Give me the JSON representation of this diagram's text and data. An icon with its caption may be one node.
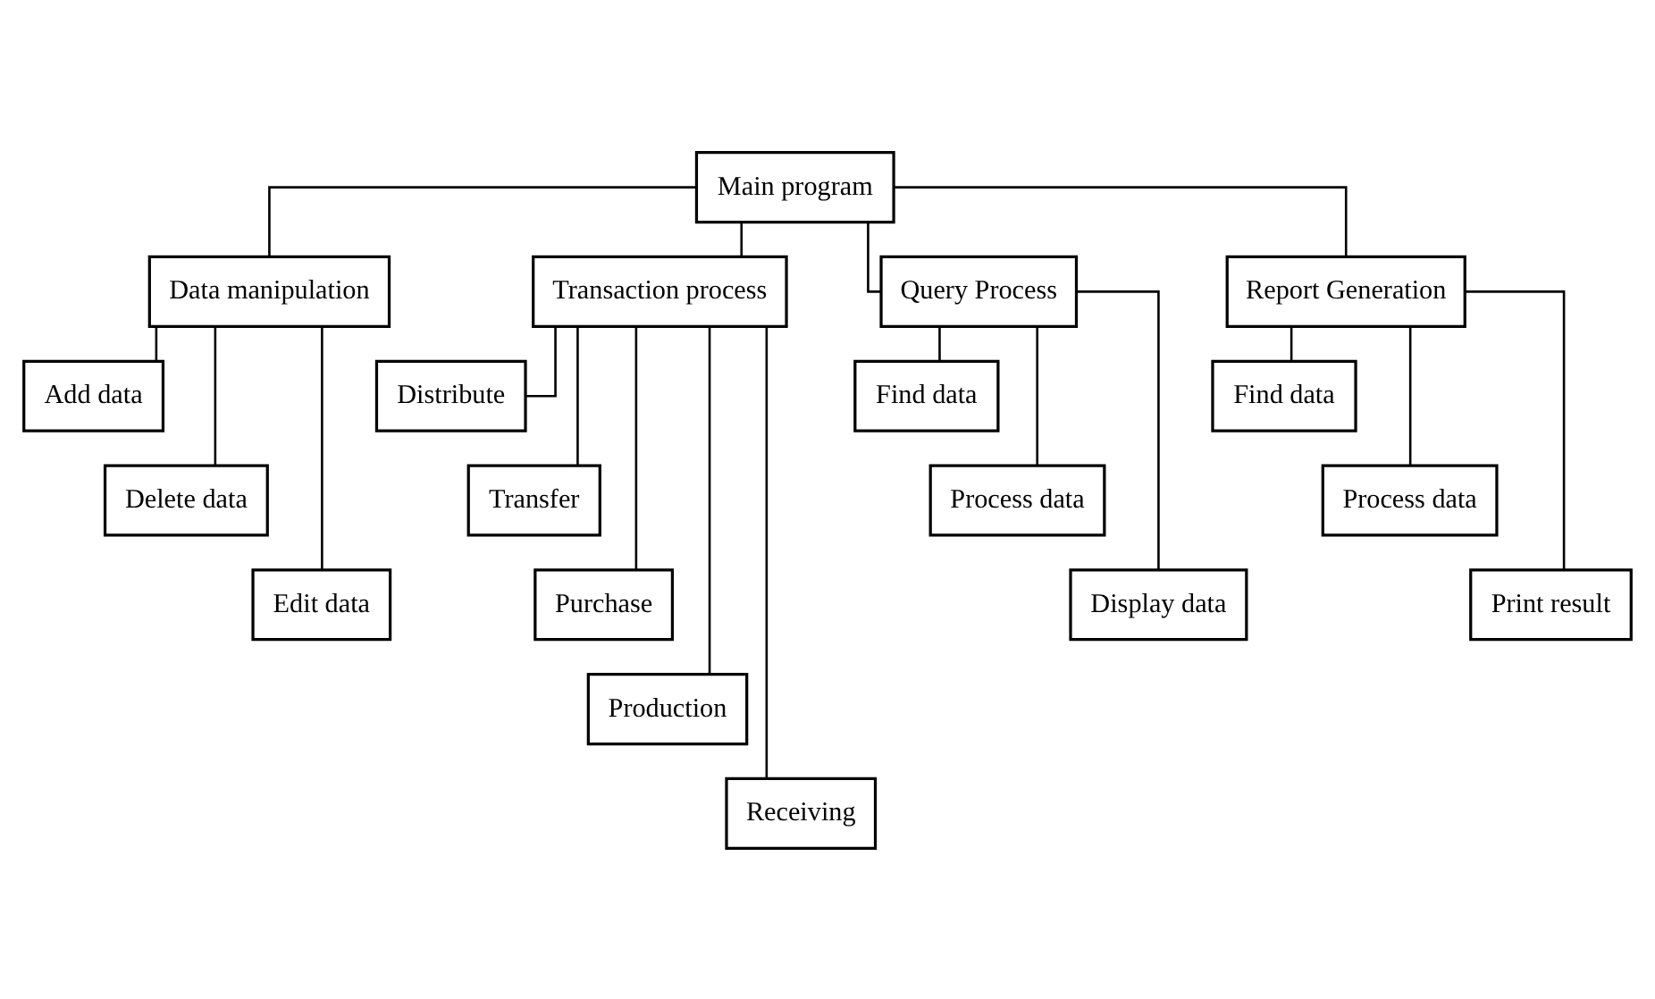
{
  "diagram": {
    "nodes": [
      {
        "text": [
          "Main program"
        ]
      },
      {
        "text": [
          "Data manipulation"
        ]
      },
      {
        "text": [
          "Transaction process"
        ]
      },
      {
        "text": [
          "Query Process"
        ]
      },
      {
        "text": [
          "Report Generation"
        ]
      },
      {
        "text": [
          "Add data"
        ]
      },
      {
        "text": [
          "Delete data"
        ]
      },
      {
        "text": [
          "Edit data"
        ]
      },
      {
        "text": [
          "Distribute"
        ]
      },
      {
        "text": [
          "Transfer"
        ]
      },
      {
        "text": [
          "Purchase"
        ]
      },
      {
        "text": [
          "Production"
        ]
      },
      {
        "text": [
          "Receiving"
        ]
      },
      {
        "text": [
          "Find data"
        ]
      },
      {
        "text": [
          "Process data"
        ]
      },
      {
        "text": [
          "Display data"
        ]
      },
      {
        "text": [
          "Find data"
        ]
      },
      {
        "text": [
          "Process data"
        ]
      },
      {
        "text": [
          "Print result"
        ]
      }
    ],
    "edges": [
      {
        "from": 0,
        "to": 1,
        "arrow": "none"
      },
      {
        "from": 0,
        "to": 2,
        "arrow": "none"
      },
      {
        "from": 0,
        "to": 3,
        "arrow": "none"
      },
      {
        "from": 0,
        "to": 4,
        "arrow": "none"
      },
      {
        "from": 1,
        "to": 5,
        "arrow": "none"
      },
      {
        "from": 1,
        "to": 6,
        "arrow": "none"
      },
      {
        "from": 1,
        "to": 7,
        "arrow": "none"
      },
      {
        "from": 2,
        "to": 8,
        "arrow": "none"
      },
      {
        "from": 2,
        "to": 9,
        "arrow": "none"
      },
      {
        "from": 2,
        "to": 10,
        "arrow": "none"
      },
      {
        "from": 2,
        "to": 11,
        "arrow": "none"
      },
      {
        "from": 2,
        "to": 12,
        "arrow": "none"
      },
      {
        "from": 3,
        "to": 13,
        "arrow": "none"
      },
      {
        "from": 3,
        "to": 14,
        "arrow": "none"
      },
      {
        "from": 3,
        "to": 15,
        "arrow": "none"
      },
      {
        "from": 4,
        "to": 16,
        "arrow": "none"
      },
      {
        "from": 4,
        "to": 17,
        "arrow": "none"
      },
      {
        "from": 4,
        "to": 18,
        "arrow": "none"
      }
    ]
  }
}
